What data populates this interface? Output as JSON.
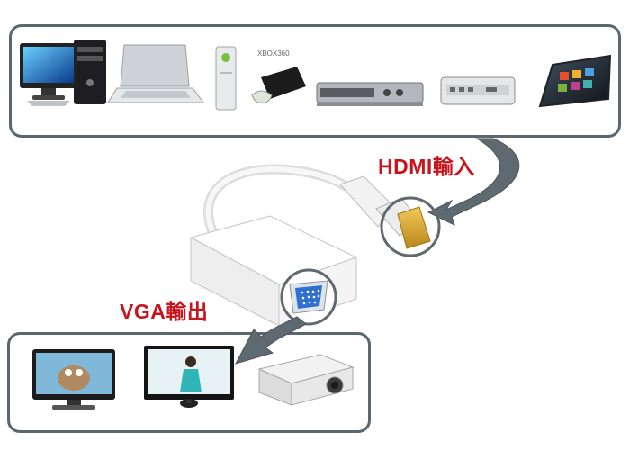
{
  "labels": {
    "hdmi_input": "HDMI輸入",
    "vga_output": "VGA輸出"
  },
  "console_badge": "XBOX360",
  "colors": {
    "label_red": "#c8141c",
    "arrow_gray": "#5f6a70",
    "panel_border": "#5a6670",
    "gold": "#d9a62a",
    "vga_blue": "#2f6fd0"
  },
  "icons": {
    "top_devices": [
      "desktop-pc-icon",
      "laptop-icon",
      "game-console-icon",
      "set-top-box-icon",
      "mini-computer-icon",
      "tablet-icon"
    ],
    "bottom_devices": [
      "monitor-icon",
      "display-icon",
      "projector-icon"
    ]
  }
}
